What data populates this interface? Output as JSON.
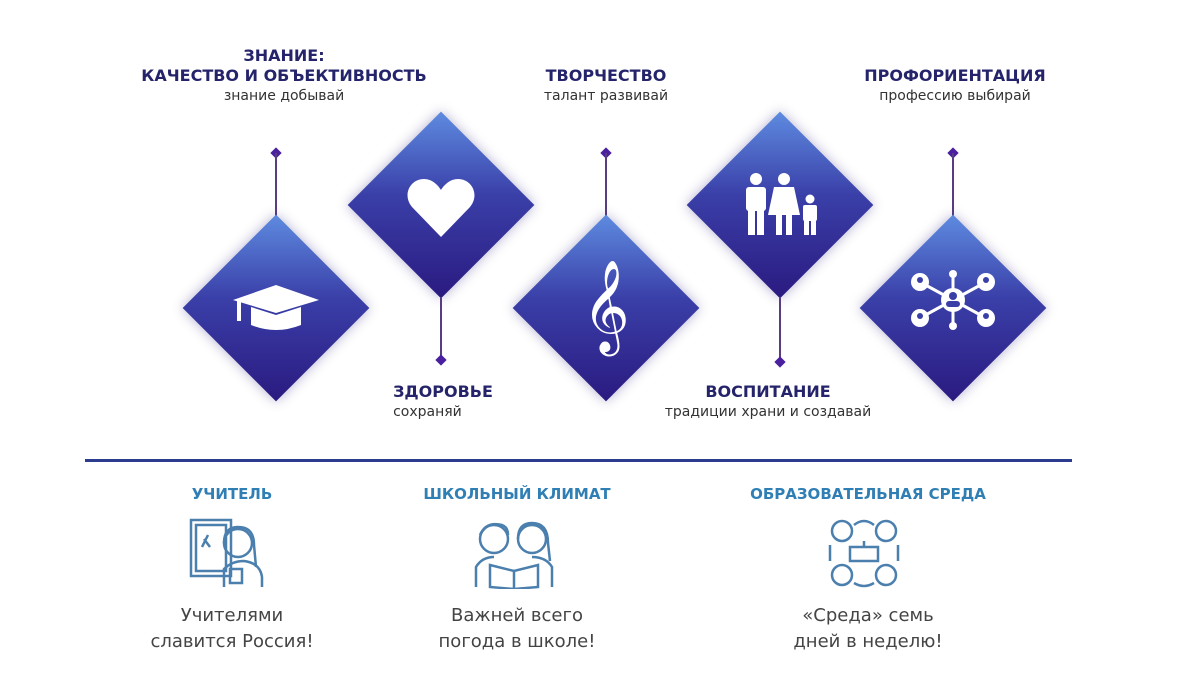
{
  "pillars": [
    {
      "title_line1": "ЗНАНИЕ:",
      "title_line2": "КАЧЕСТВО И ОБЪЕКТИВНОСТЬ",
      "subtitle": "знание добывай",
      "icon": "graduation-cap-icon"
    },
    {
      "title": "ЗДОРОВЬЕ",
      "subtitle": "сохраняй",
      "icon": "heart-icon"
    },
    {
      "title": "ТВОРЧЕСТВО",
      "subtitle": "талант развивай",
      "icon": "treble-clef-icon"
    },
    {
      "title": "ВОСПИТАНИЕ",
      "subtitle": "традиции храни и создавай",
      "icon": "family-icon"
    },
    {
      "title": "ПРОФОРИЕНТАЦИЯ",
      "subtitle": "профессию выбирай",
      "icon": "network-people-icon"
    }
  ],
  "foundations": [
    {
      "title": "УЧИТЕЛЬ",
      "text_line1": "Учителями",
      "text_line2": "славится Россия!",
      "icon": "teacher-icon"
    },
    {
      "title": "ШКОЛЬНЫЙ КЛИМАТ",
      "text_line1": "Важней всего",
      "text_line2": "погода в школе!",
      "icon": "students-reading-icon"
    },
    {
      "title": "ОБРАЗОВАТЕЛЬНАЯ СРЕДА",
      "text_line1": "«Среда» семь",
      "text_line2": "дней в неделю!",
      "icon": "group-table-icon"
    }
  ],
  "colors": {
    "heading": "#25246b",
    "foundation_heading": "#2f7fb5",
    "diamond_light": "#5e8be0",
    "diamond_dark": "#2a1a80"
  }
}
